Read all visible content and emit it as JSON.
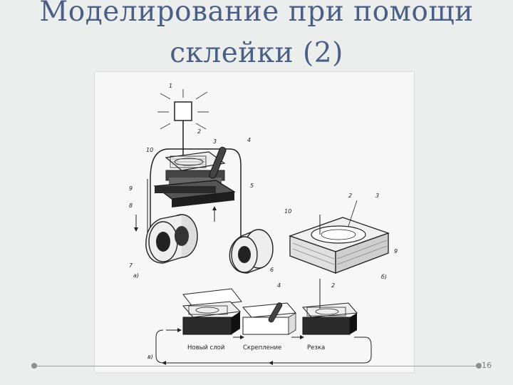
{
  "slide": {
    "title_line1": "Моделирование при помощи",
    "title_line2": "склейки (2)",
    "page_number": "16"
  },
  "figure": {
    "labels": {
      "n1": "1",
      "n2": "2",
      "n3": "3",
      "n4": "4",
      "n5": "5",
      "n6": "6",
      "n7": "7",
      "n8": "8",
      "n9": "9",
      "n10": "10",
      "panel_a": "а)",
      "panel_b": "б)",
      "panel_v": "в)",
      "n2b": "2",
      "n3b": "3",
      "n10b": "10",
      "n4c": "4",
      "n2c": "2"
    },
    "captions": {
      "new_layer": "Новый слой",
      "bonding": "Скрепление",
      "cutting": "Резка"
    }
  }
}
